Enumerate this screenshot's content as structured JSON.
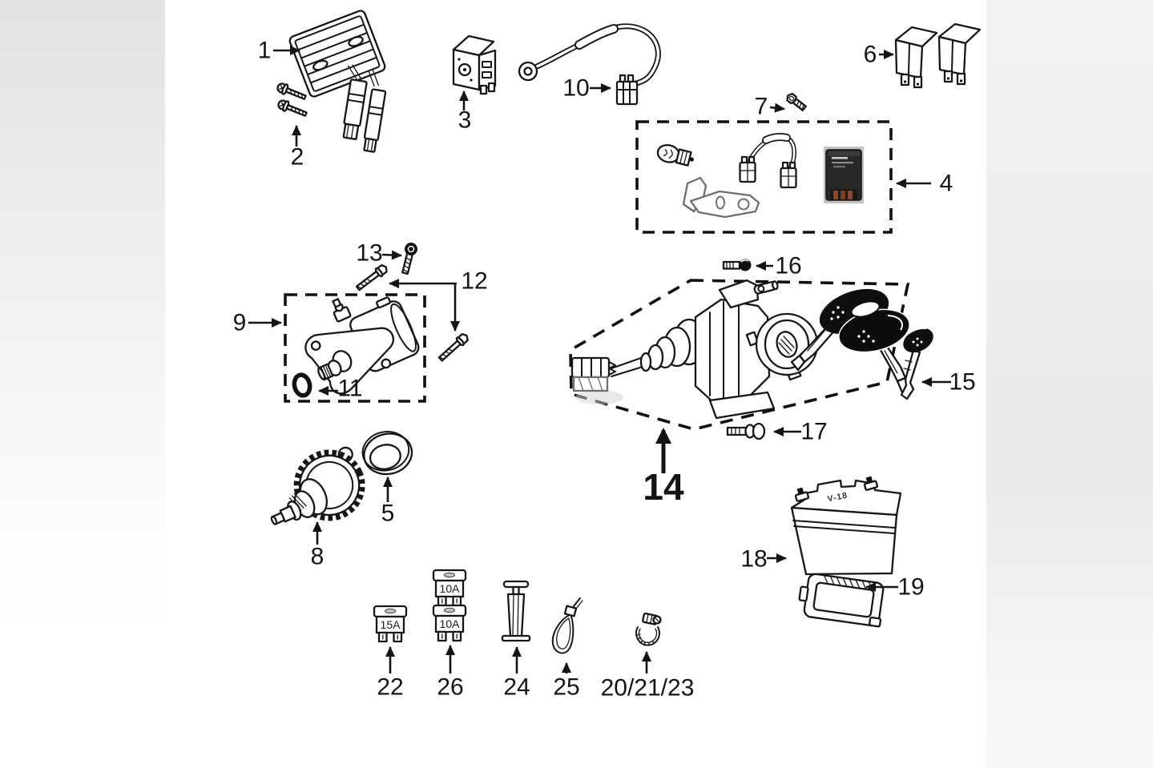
{
  "parts": {
    "p1": "1",
    "p2": "2",
    "p3": "3",
    "p4": "4",
    "p5": "5",
    "p6": "6",
    "p7": "7",
    "p8": "8",
    "p9": "9",
    "p10": "10",
    "p11": "11",
    "p12": "12",
    "p13": "13",
    "p14": "14",
    "p15": "15",
    "p16": "16",
    "p17": "17",
    "p18": "18",
    "p19": "19",
    "p20": "20/21/23",
    "p22": "22",
    "p24": "24",
    "p25": "25",
    "p26": "26"
  },
  "fuses": {
    "fuse_22": "15A",
    "fuse_26_top": "10A",
    "fuse_26_bottom": "10A"
  },
  "battery": {
    "marking": "V-18"
  }
}
